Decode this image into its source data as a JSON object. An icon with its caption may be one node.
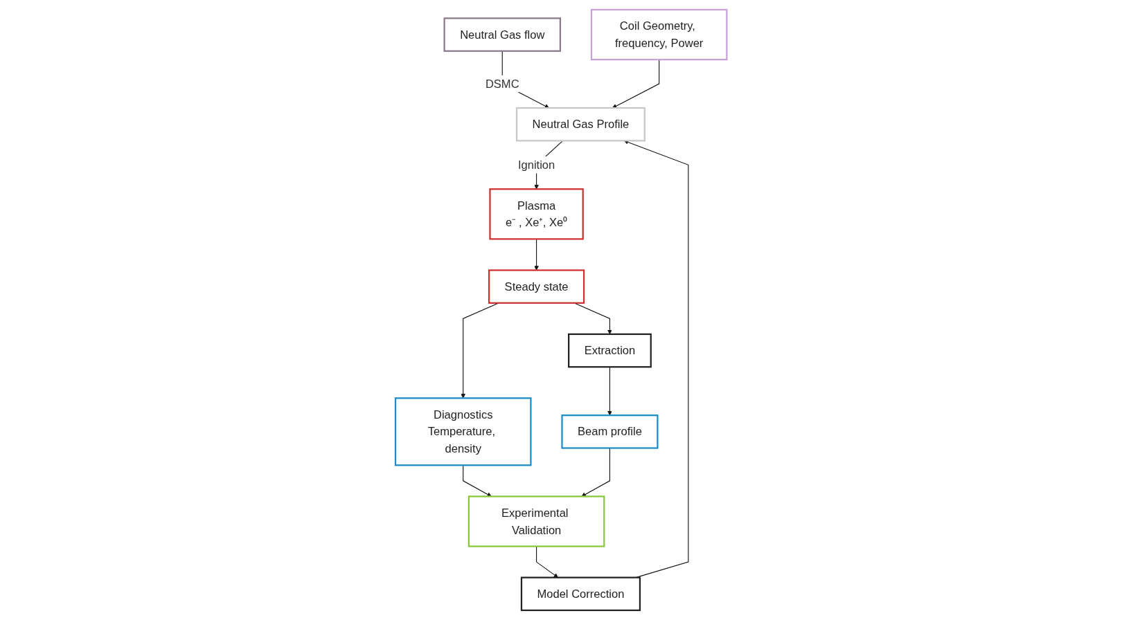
{
  "diagram": {
    "nodes": [
      {
        "text": [
          "Neutral Gas flow"
        ]
      },
      {
        "text": [
          "Neutral Gas Profile"
        ]
      },
      {
        "text": [
          "Coil Geometry, frequency, Power"
        ]
      },
      {
        "text": [
          "Plasma",
          "e⁻ , Xe⁺, Xe⁰"
        ]
      },
      {
        "text": [
          "Steady state"
        ]
      },
      {
        "text": [
          "Extraction"
        ]
      },
      {
        "text": [
          "Model Correction"
        ]
      },
      {
        "text": [
          "Diagnostics",
          "Temperature, density"
        ]
      },
      {
        "text": [
          "Beam profile"
        ]
      },
      {
        "text": [
          "Experimental Validation"
        ]
      }
    ],
    "edges": [
      {
        "from": 0,
        "to": 1,
        "label": "DSMC",
        "arrow": "to"
      },
      {
        "from": 2,
        "to": 1,
        "arrow": "to"
      },
      {
        "from": 1,
        "to": 3,
        "label": "Ignition",
        "arrow": "to"
      },
      {
        "from": 3,
        "to": 4,
        "arrow": "to"
      },
      {
        "from": 4,
        "to": 5,
        "arrow": "to"
      },
      {
        "from": 4,
        "to": 7,
        "arrow": "to"
      },
      {
        "from": 5,
        "to": 8,
        "arrow": "to"
      },
      {
        "from": 7,
        "to": 9,
        "arrow": "to"
      },
      {
        "from": 8,
        "to": 9,
        "arrow": "to"
      },
      {
        "from": 9,
        "to": 6,
        "arrow": "to"
      },
      {
        "from": 6,
        "to": 1,
        "arrow": "to"
      }
    ]
  }
}
